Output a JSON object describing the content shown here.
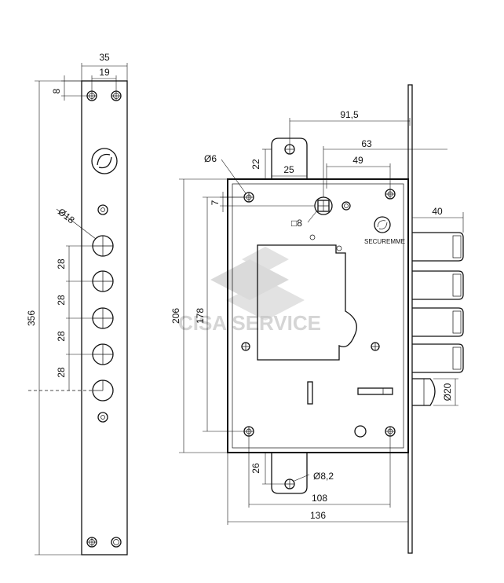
{
  "faceplate": {
    "width_label": "35",
    "hole_spacing_label": "19",
    "top_offset_label": "8",
    "height_label": "356",
    "bolt_diameter_label": "Ø18",
    "bolt_pitch_labels": [
      "28",
      "28",
      "28",
      "28"
    ]
  },
  "lock_body": {
    "height_label": "206",
    "inner_height_label": "178",
    "top_overall_label": "91,5",
    "backset_label": "63",
    "mid_label": "49",
    "tab_height_label": "22",
    "tab_width_label": "25",
    "screw_hole_label": "Ø6",
    "small_offset_label": "7",
    "spindle_label": "□8",
    "bottom_tab_height_label": "26",
    "bottom_hole_label": "Ø8,2",
    "bottom_spacing_label": "108",
    "body_depth_label": "136",
    "bolt_throw_label": "40",
    "latch_label": "Ø20",
    "brand_text": "SECUREMME"
  },
  "watermark": {
    "text": "CISA SERVICE"
  }
}
